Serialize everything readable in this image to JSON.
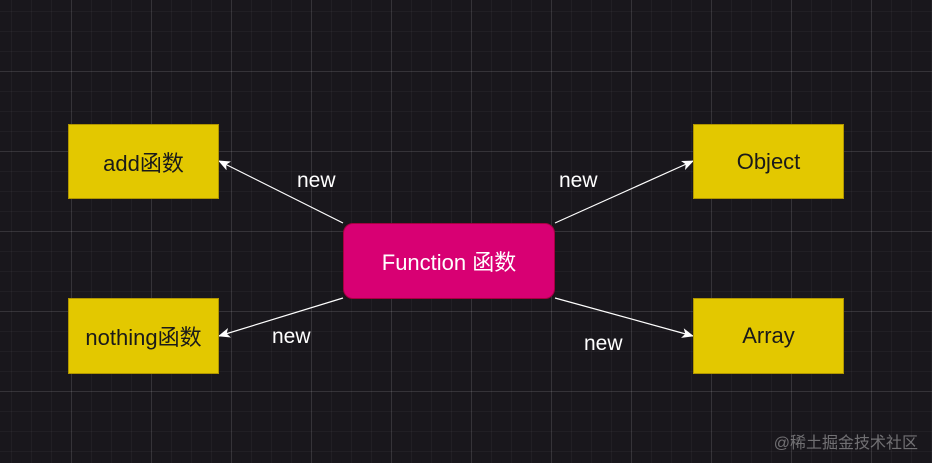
{
  "diagram": {
    "hub": {
      "label": "Function 函数",
      "color": "#d80073"
    },
    "nodes": [
      {
        "id": "add",
        "label": "add函数"
      },
      {
        "id": "object",
        "label": "Object"
      },
      {
        "id": "nothing",
        "label": "nothing函数"
      },
      {
        "id": "array",
        "label": "Array"
      }
    ],
    "node_color": "#e3c800",
    "edges": [
      {
        "from": "Function 函数",
        "to": "add函数",
        "label": "new"
      },
      {
        "from": "Function 函数",
        "to": "Object",
        "label": "new"
      },
      {
        "from": "Function 函数",
        "to": "nothing函数",
        "label": "new"
      },
      {
        "from": "Function 函数",
        "to": "Array",
        "label": "new"
      }
    ]
  },
  "watermark": "@稀土掘金技术社区"
}
